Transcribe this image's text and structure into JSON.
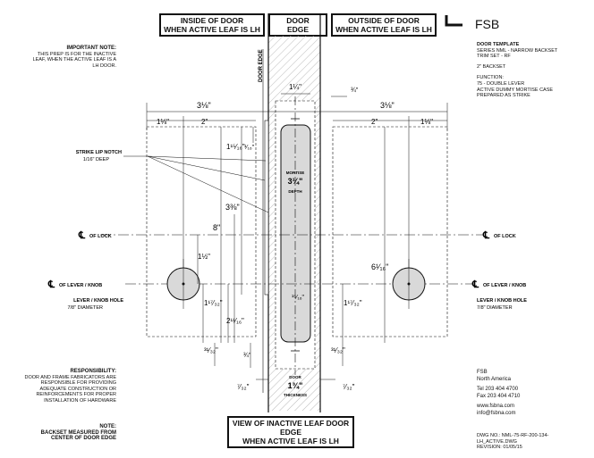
{
  "titles": {
    "inside": "INSIDE OF DOOR\nWHEN ACTIVE LEAF IS LH",
    "door_edge": "DOOR\nEDGE",
    "outside": "OUTSIDE OF DOOR\nWHEN ACTIVE LEAF IS LH",
    "bottom": "VIEW OF INACTIVE LEAF DOOR EDGE\nWHEN ACTIVE LEAF IS LH"
  },
  "brand": "FSB",
  "important_note": {
    "heading": "IMPORTANT NOTE:",
    "text": "THIS PREP IS FOR THE INACTIVE LEAF, WHEN THE ACTIVE LEAF IS A LH DOOR."
  },
  "template_info": {
    "line1": "DOOR TEMPLATE",
    "line2": "SERIES NML - NARROW BACKSET",
    "line3": "TRIM SET - RF",
    "backset": "2\" BACKSET",
    "function_label": "FUNCTION:",
    "function1": "75 - DOUBLE LEVER",
    "function2": "ACTIVE DUMMY MORTISE CASE",
    "function3": "PREPARED AS STRIKE"
  },
  "responsibility": {
    "heading": "RESPONSIBILITY:",
    "text": "DOOR AND FRAME FABRICATORS ARE RESPONSIBLE FOR PROVIDING ADEQUATE CONSTRUCTION OR REINFORCEMENTS FOR PROPER INSTALLATION OF HARDWARE"
  },
  "backset_note": {
    "heading": "NOTE:",
    "line1": "BACKSET MEASURED FROM",
    "line2": "CENTER OF DOOR EDGE"
  },
  "company": {
    "name": "FSB",
    "region": "North America",
    "tel": "Tel 203 404 4700",
    "fax": "Fax 203 404 4710",
    "web": "www.fsbna.com",
    "email": "info@fsbna.com"
  },
  "drawing": {
    "dwg_no": "DWG NO.: NML-75-RF-200-134-LH_ACTIVE.DWG",
    "revision": "REVISION: 01/05/15"
  },
  "labels": {
    "door_edge_vertical": "DOOR EDGE",
    "strike_lip": "STRIKE LIP NOTCH",
    "strike_depth": "1/16\" DEEP",
    "cl_lock": "OF LOCK",
    "cl_lever": "OF LEVER / KNOB",
    "lever_hole": "LEVER / KNOB HOLE",
    "lever_diam": "7/8\" DIAMETER",
    "mortise": "MORTISE",
    "depth": "DEPTH",
    "door": "DOOR",
    "thickness": "THICKNESS"
  },
  "dims": {
    "backset_total": "3⅛\"",
    "two_in": "2\"",
    "one_one_eighth": "1⅛\"",
    "one_quarter_top": "1¼\"",
    "three_quarter": "¾\"",
    "strike_w": "1¹⁵⁄₁₆\"",
    "strike_d": "¹⁄₁₆\"",
    "three_three_eighths": "3⅜\"",
    "eight": "8\"",
    "one_half": "1½\"",
    "one_17_32": "1¹⁷⁄₃₂\"",
    "two_11_16": "2¹¹⁄₁₆\"",
    "six_1_16": "6¹⁄₁₆\"",
    "thirty_one_32": "³¹⁄₃₂\"",
    "three_quarter_b": "¾\"",
    "seven_32": "⁷⁄₃₂\"",
    "mortise_depth": "3¼\"",
    "fifteen_16": "¹⁵⁄₁₆\"",
    "door_thk": "1¾\""
  }
}
